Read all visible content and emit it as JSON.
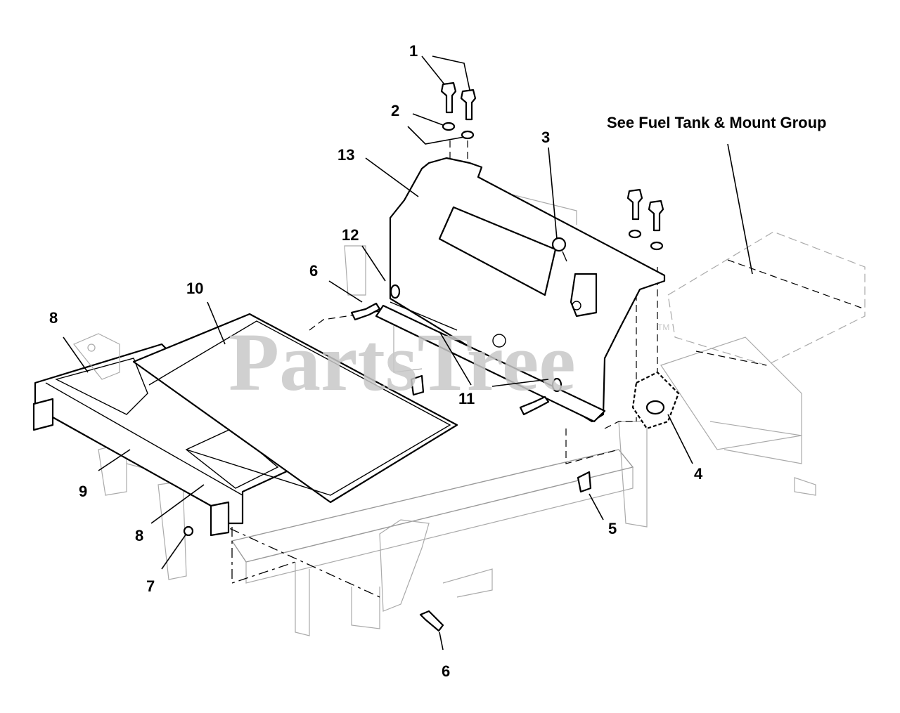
{
  "watermark": {
    "text": "PartsTree",
    "trademark": "TM"
  },
  "note": {
    "text": "See Fuel Tank & Mount Group"
  },
  "callouts": [
    {
      "id": "c1",
      "label": "1"
    },
    {
      "id": "c2",
      "label": "2"
    },
    {
      "id": "c3",
      "label": "3"
    },
    {
      "id": "c4",
      "label": "4"
    },
    {
      "id": "c5",
      "label": "5"
    },
    {
      "id": "c6a",
      "label": "6"
    },
    {
      "id": "c6b",
      "label": "6"
    },
    {
      "id": "c7",
      "label": "7"
    },
    {
      "id": "c8a",
      "label": "8"
    },
    {
      "id": "c8b",
      "label": "8"
    },
    {
      "id": "c9",
      "label": "9"
    },
    {
      "id": "c10",
      "label": "10"
    },
    {
      "id": "c11",
      "label": "11"
    },
    {
      "id": "c12",
      "label": "12"
    },
    {
      "id": "c13",
      "label": "13"
    }
  ]
}
